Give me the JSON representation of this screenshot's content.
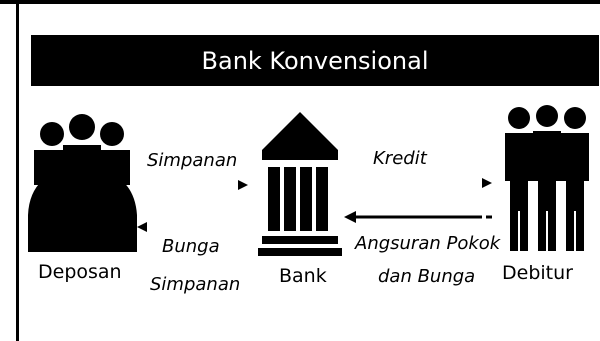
{
  "title": "Bank Konvensional",
  "nodes": {
    "deposan": "Deposan",
    "bank": "Bank",
    "debitur": "Debitur"
  },
  "flows": {
    "simpanan": "Simpanan",
    "bunga_line1": "Bunga",
    "bunga_line2": "Simpanan",
    "kredit": "Kredit",
    "angsuran_line1": "Angsuran Pokok",
    "angsuran_line2": "dan Bunga"
  },
  "colors": {
    "ink": "#000000",
    "background": "#ffffff",
    "title_text": "#ffffff"
  },
  "icons": [
    "people-group-icon",
    "bank-building-icon",
    "business-people-icon"
  ]
}
